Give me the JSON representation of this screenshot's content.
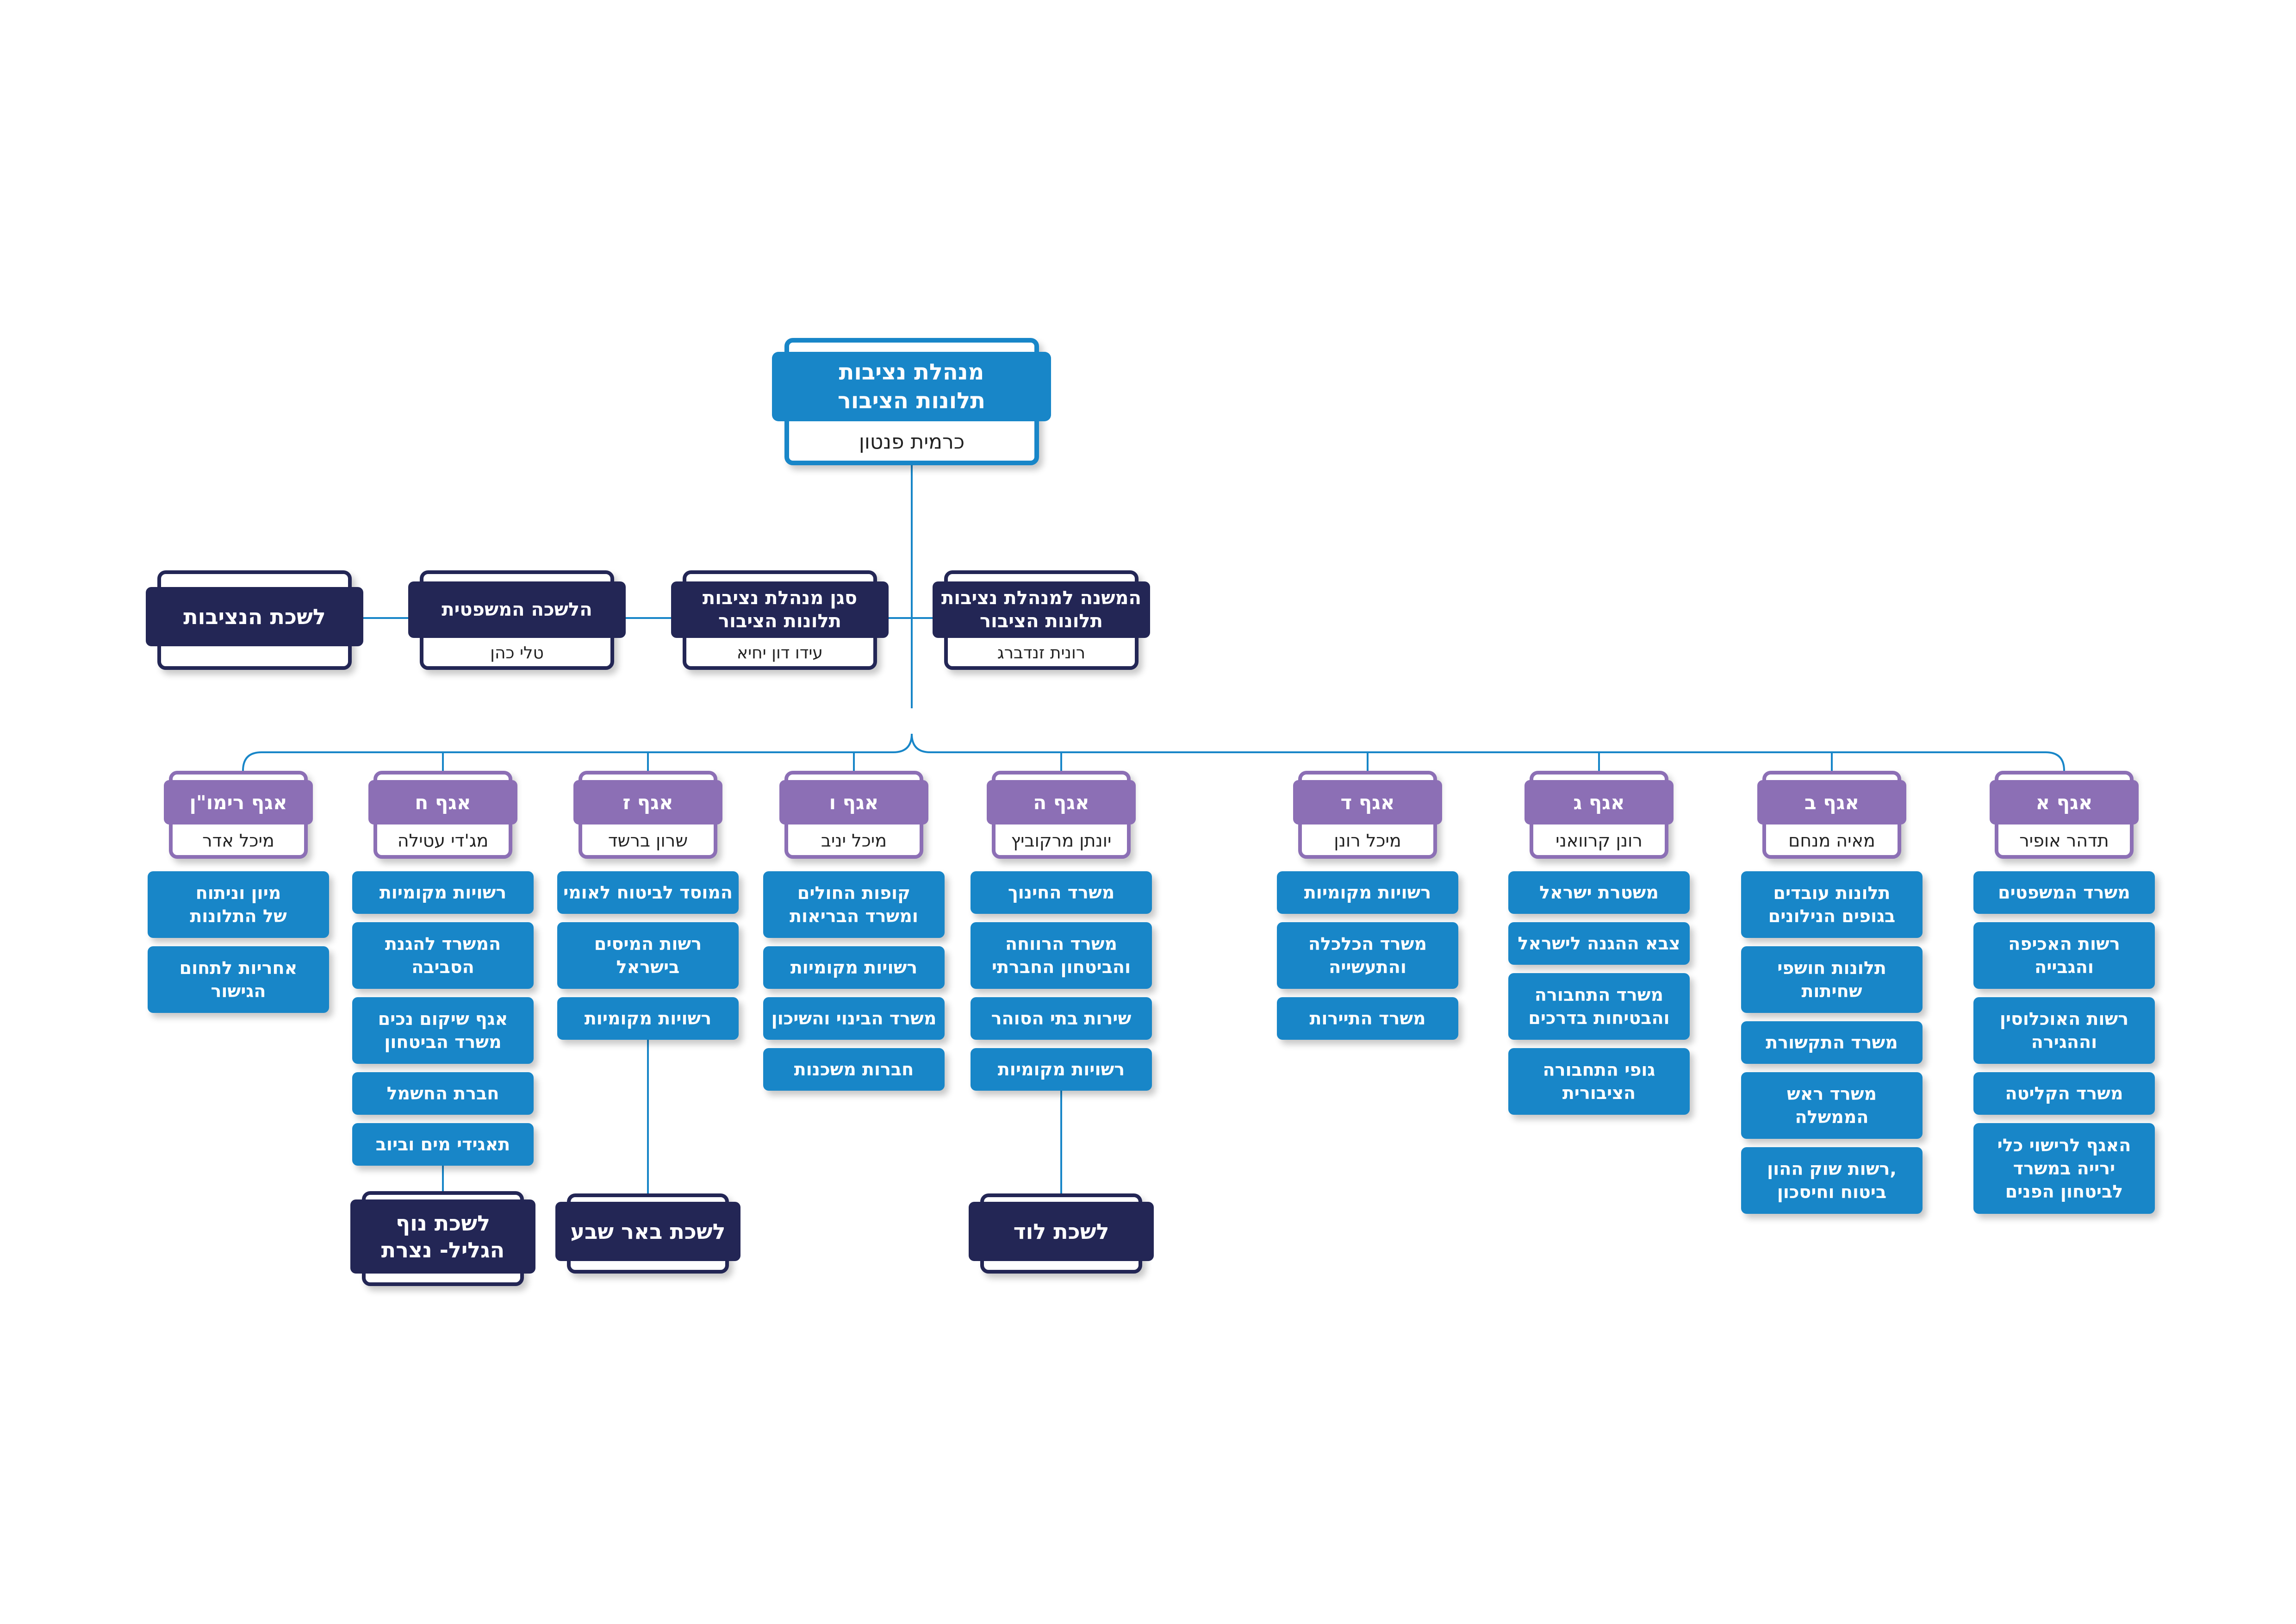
{
  "colors": {
    "navy": "#232655",
    "blue": "#1886c8",
    "purple": "#8c6fb5",
    "line": "#1886c8"
  },
  "top": {
    "title": "מנהלת נציבות\nתלונות הציבור",
    "name": "כרמית פנטון"
  },
  "staff": [
    {
      "title": "המשנה למנהלת נציבות\nתלונות הציבור",
      "name": "רונית זנדברג"
    },
    {
      "title": "סגן מנהלת נציבות\nתלונות הציבור",
      "name": "עידו דון יחיא"
    },
    {
      "title": "הלשכה המשפטית",
      "name": "טלי כהן"
    },
    {
      "title": "לשכת הנציבות"
    }
  ],
  "divisions": [
    {
      "title": "אגף א",
      "head": "תדהר אופיר",
      "items": [
        "משרד המשפטים",
        "רשות האכיפה\nוהגבייה",
        "רשות האוכלוסין\nוההגירה",
        "משרד הקליטה",
        "האגף לרישוי כלי\nירייה במשרד\nלביטחון הפנים"
      ]
    },
    {
      "title": "אגף ב",
      "head": "מאיה מנחם",
      "items": [
        "תלונות עובדים\nבגופים הנילונים",
        "תלונות חושפי\nשחיתות",
        "משרד התקשורת",
        "משרד ראש\nהממשלה",
        "רשות שוק ההון,\nביטוח וחיסכון"
      ]
    },
    {
      "title": "אגף ג",
      "head": "רונן קרוואני",
      "items": [
        "משטרת ישראל",
        "צבא ההגנה לישראל",
        "משרד התחבורה\nוהבטיחות בדרכים",
        "גופי התחבורה\nהציבורית"
      ]
    },
    {
      "title": "אגף ד",
      "head": "מיכל רונן",
      "items": [
        "רשויות מקומיות",
        "משרד הכלכלה\nוהתעשייה",
        "משרד התיירות"
      ]
    },
    {
      "title": "אגף ה",
      "head": "יונתן מרקוביץ",
      "items": [
        "משרד החינוך",
        "משרד הרווחה\nוהביטחון החברתי",
        "שירות בתי הסוהר",
        "רשויות מקומיות"
      ],
      "office": "לשכת לוד"
    },
    {
      "title": "אגף ו",
      "head": "מיכל יניב",
      "items": [
        "קופות החולים\nומשרד הבריאות",
        "רשויות מקומיות",
        "משרד הבינוי והשיכון",
        "חברות משכנות"
      ]
    },
    {
      "title": "אגף ז",
      "head": "שרון ברשד",
      "items": [
        "המוסד לביטוח לאומי",
        "רשות המיסים\nבישראל",
        "רשויות מקומיות"
      ],
      "office": "לשכת באר שבע"
    },
    {
      "title": "אגף ח",
      "head": "מג'די עטילה",
      "items": [
        "רשויות מקומיות",
        "המשרד להגנת\nהסביבה",
        "אגף שיקום נכים\nמשרד הביטחון",
        "חברת החשמל",
        "תאגידי מים וביוב"
      ],
      "office": "לשכת נוף\nהגליל- נצרת"
    },
    {
      "title": "אגף רימו\"ן",
      "head": "מיכל אדר",
      "items": [
        "מיון וניתוח\nשל התלונות",
        "אחריות לתחום\nהגישור"
      ]
    }
  ]
}
